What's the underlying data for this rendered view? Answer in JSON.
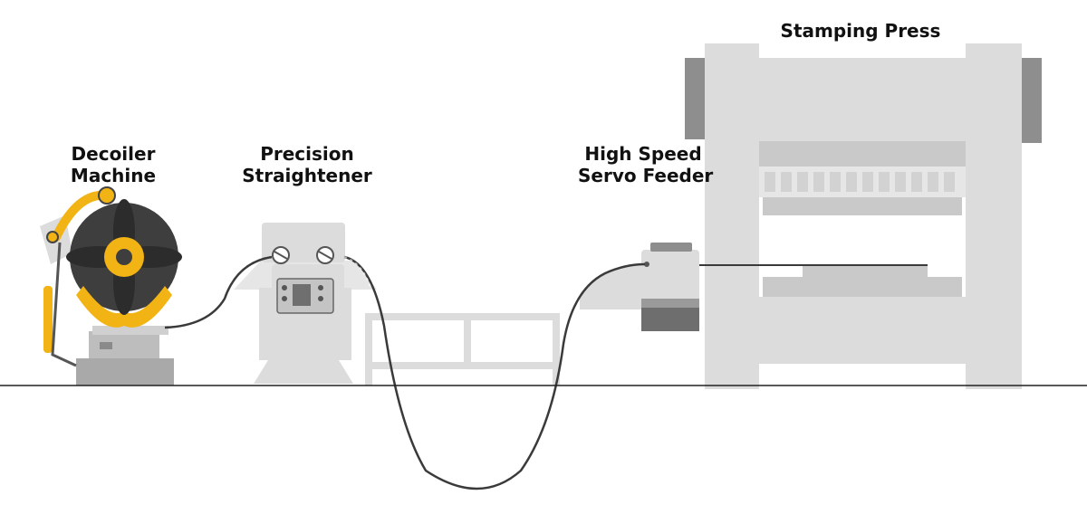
{
  "labels": {
    "decoiler": [
      "Decoiler",
      "Machine"
    ],
    "straightener": [
      "Precision",
      "Straightener"
    ],
    "servo_feeder": [
      "High Speed",
      "Servo Feeder"
    ],
    "stamping_press": "Stamping Press"
  },
  "colors": {
    "machine_light": "#dcdcdc",
    "machine_mid": "#c9c9c9",
    "machine_dark": "#8e8e8e",
    "accent_yellow": "#f2b315",
    "reel_dark": "#3e3e3e",
    "strip_line": "#3a3a3a",
    "ground_line": "#222222"
  },
  "icons": [
    "decoiler-machine-icon",
    "straightener-machine-icon",
    "servo-feeder-icon",
    "stamping-press-icon",
    "support-rack-icon"
  ]
}
